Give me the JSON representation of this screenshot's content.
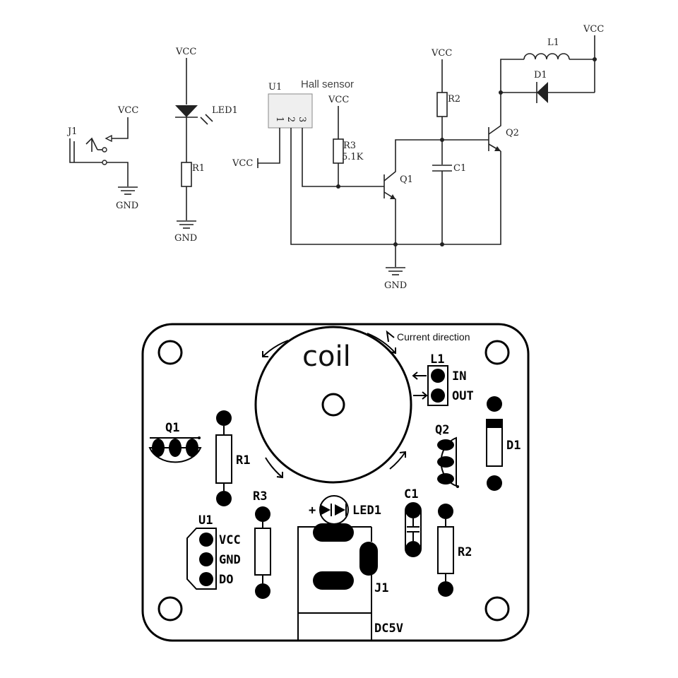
{
  "schematic": {
    "vcc": "VCC",
    "gnd": "GND",
    "hall_sensor": "Hall sensor",
    "u1": "U1",
    "u1_pins": [
      "1",
      "2",
      "3"
    ],
    "j1": "J1",
    "led1": "LED1",
    "r1": "R1",
    "r2": "R2",
    "r3": "R3",
    "r3_value": "5.1K",
    "c1": "C1",
    "q1": "Q1",
    "q2": "Q2",
    "l1": "L1",
    "d1": "D1"
  },
  "pcb": {
    "coil": "coil",
    "current_direction": "Current direction",
    "l1": "L1",
    "in": "IN",
    "out": "OUT",
    "q1": "Q1",
    "q2": "Q2",
    "r1": "R1",
    "r2": "R2",
    "r3": "R3",
    "d1": "D1",
    "c1": "C1",
    "led1": "LED1",
    "led_plus": "+",
    "u1": "U1",
    "u1_vcc": "VCC",
    "u1_gnd": "GND",
    "u1_do": "DO",
    "j1": "J1",
    "dc5v": "DC5V"
  }
}
